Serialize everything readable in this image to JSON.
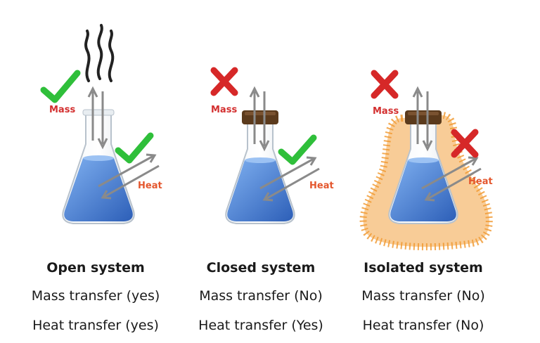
{
  "systems": [
    {
      "title": "Open system",
      "mass_label": "Mass",
      "heat_label": "Heat",
      "mass_transfer": "Mass transfer (yes)",
      "heat_transfer": "Heat transfer (yes)",
      "mass_allowed": true,
      "heat_allowed": true,
      "stopper": false,
      "insulation": false,
      "vapor": true
    },
    {
      "title": "Closed system",
      "mass_label": "Mass",
      "heat_label": "Heat",
      "mass_transfer": "Mass transfer (No)",
      "heat_transfer": "Heat transfer (Yes)",
      "mass_allowed": false,
      "heat_allowed": true,
      "stopper": true,
      "insulation": false,
      "vapor": false
    },
    {
      "title": "Isolated system",
      "mass_label": "Mass",
      "heat_label": "Heat",
      "mass_transfer": "Mass transfer (No)",
      "heat_transfer": "Heat transfer (No)",
      "mass_allowed": false,
      "heat_allowed": false,
      "stopper": true,
      "insulation": true,
      "vapor": false
    }
  ],
  "colors": {
    "check": "#2fbf3a",
    "cross": "#d62828",
    "liquid": "#4f86d9",
    "stopper": "#5b3a1c",
    "insulation": "#f2a341",
    "arrow": "#8a8a8a"
  }
}
